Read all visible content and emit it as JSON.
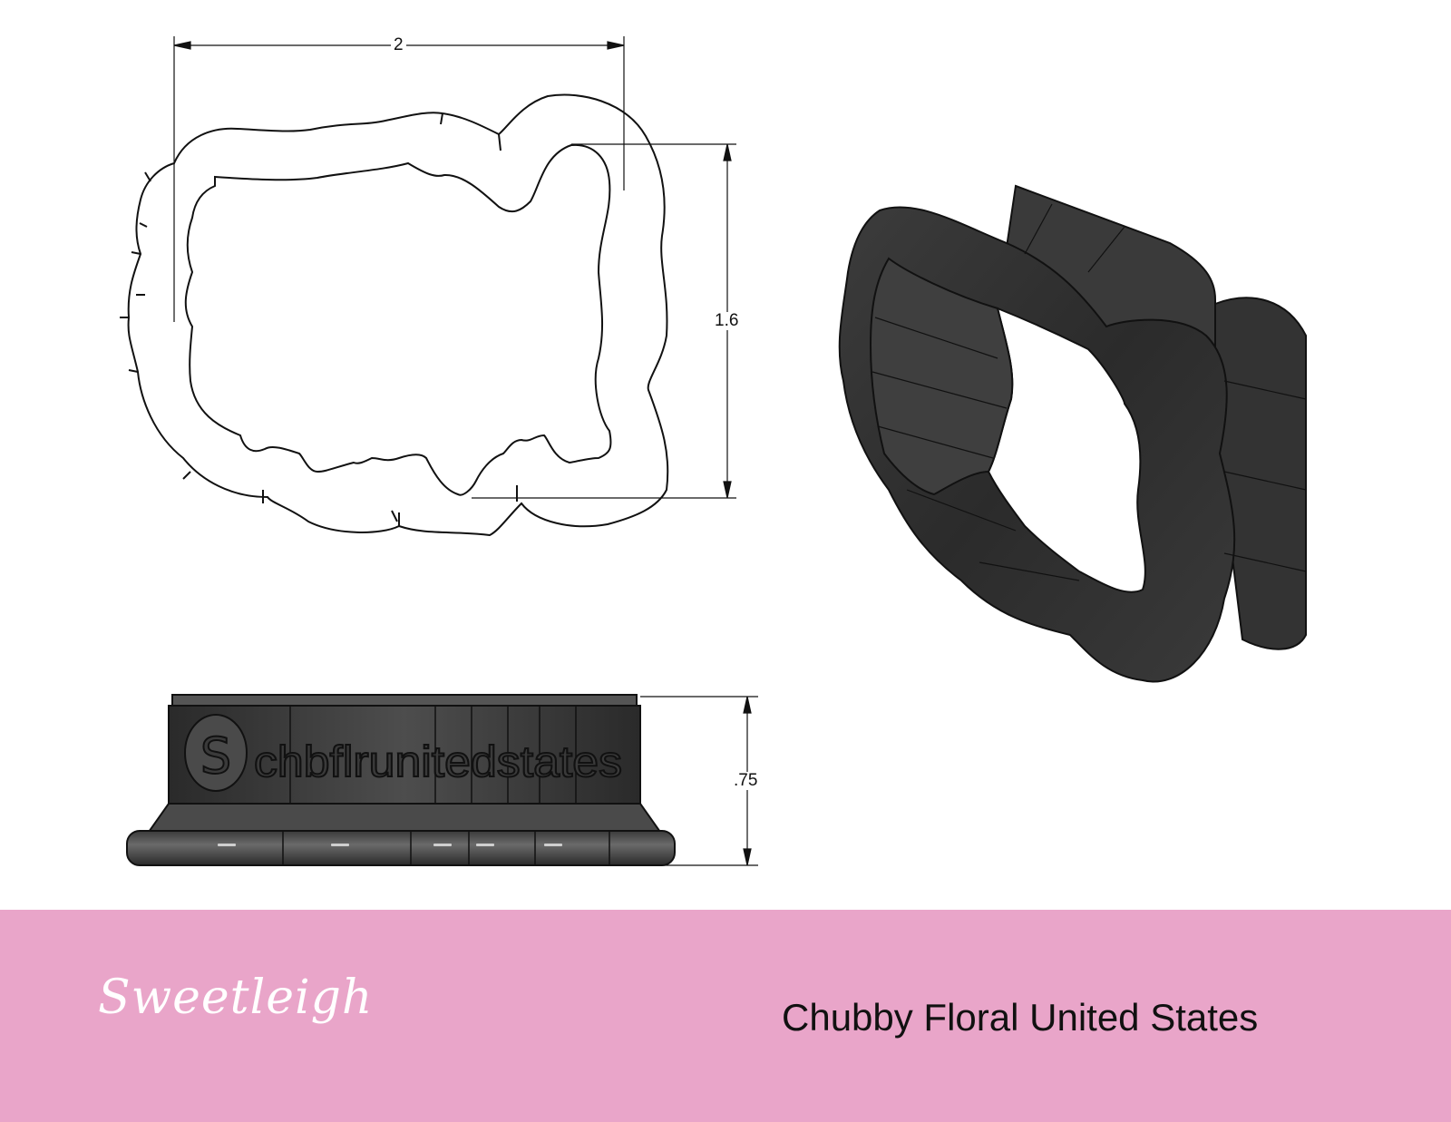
{
  "drawing": {
    "top_view": {
      "width_dimension": "2",
      "height_dimension": "1.6"
    },
    "side_view": {
      "height_dimension": ".75",
      "embossed_text": "chbflrunitedstates",
      "logo_glyph": "S"
    },
    "isometric_view": {
      "description": "3D render of cookie cutter"
    },
    "colors": {
      "outline": "#111111",
      "render_dark": "#2e2e2e",
      "render_mid": "#4a4a4a",
      "render_highlight": "#8a8a8a"
    }
  },
  "footer": {
    "brand": "Sweetleigh",
    "product_title": "Chubby Floral United States",
    "background_color": "#e9a5c9"
  }
}
